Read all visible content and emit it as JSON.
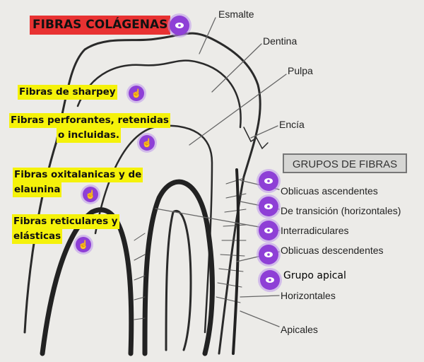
{
  "title": "FIBRAS COLÁGENAS",
  "left_labels": {
    "sharpey": "Fibras de sharpey",
    "perforantes_1": "Fibras perforantes, retenidas",
    "perforantes_2": "o incluidas.",
    "oxitalanicas_1": "Fibras oxitalanicas y de",
    "oxitalanicas_2": "elaunina",
    "reticulares_1": "Fibras reticulares y",
    "reticulares_2": "elásticas"
  },
  "anatomy": {
    "esmalte": "Esmalte",
    "dentina": "Dentina",
    "pulpa": "Pulpa",
    "encia": "Encía"
  },
  "groups_box": "GRUPOS DE FIBRAS",
  "groups": [
    "Oblicuas ascendentes",
    "De transición (horizontales)",
    "Interradiculares",
    "Oblicuas descendentes",
    "Horizontales",
    "Apicales"
  ],
  "added_label": "Grupo apical",
  "accent": "#8e3fd6"
}
